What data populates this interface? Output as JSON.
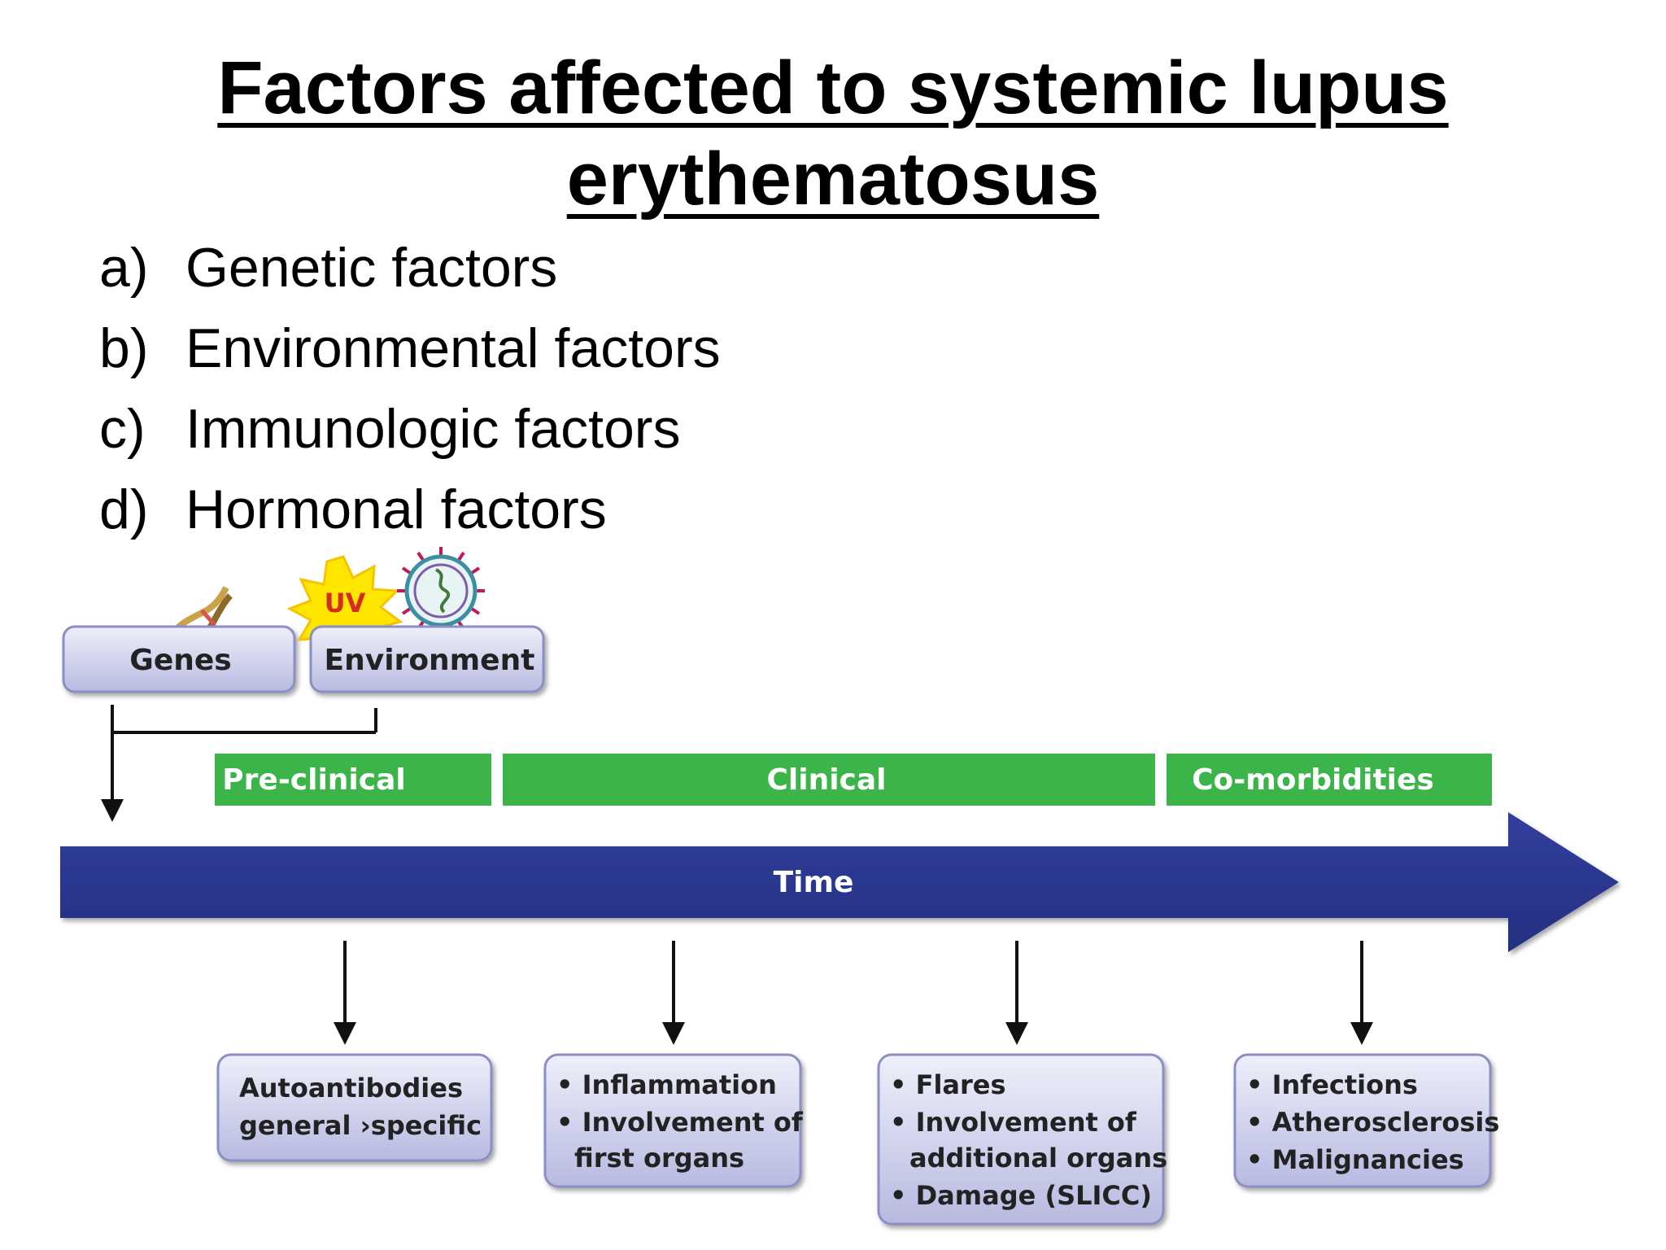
{
  "title": {
    "line1": " Factors affected to systemic lupus",
    "line2": "erythematosus"
  },
  "factors": [
    {
      "marker": "a)",
      "label": "Genetic factors"
    },
    {
      "marker": "b)",
      "label": "Environmental factors"
    },
    {
      "marker": "c)",
      "label": "Immunologic factors"
    },
    {
      "marker": "d)",
      "label": "Hormonal factors"
    }
  ],
  "diagram": {
    "genes_label": "Genes",
    "environment_label": "Environment",
    "uv_label": "UV",
    "phases": [
      "Pre-clinical",
      "Clinical",
      "Co-morbidities"
    ],
    "time_label": "Time",
    "outcomes": [
      {
        "lines": [
          "Autoantibodies",
          "general ›specific"
        ]
      },
      {
        "lines": [
          "• Inflammation",
          "• Involvement of",
          "first organs"
        ]
      },
      {
        "lines": [
          "• Flares",
          "• Involvement of",
          "additional organs",
          "• Damage (SLICC)"
        ]
      },
      {
        "lines": [
          "• Infections",
          "• Atherosclerosis",
          "• Malignancies"
        ]
      }
    ],
    "colors": {
      "phase_green": "#3bb54a",
      "time_arrow_navy": "#2b3990",
      "box_lavender": "#c9cbe8",
      "uv_yellow": "#ffe600",
      "uv_text_red": "#d62b1f"
    }
  }
}
